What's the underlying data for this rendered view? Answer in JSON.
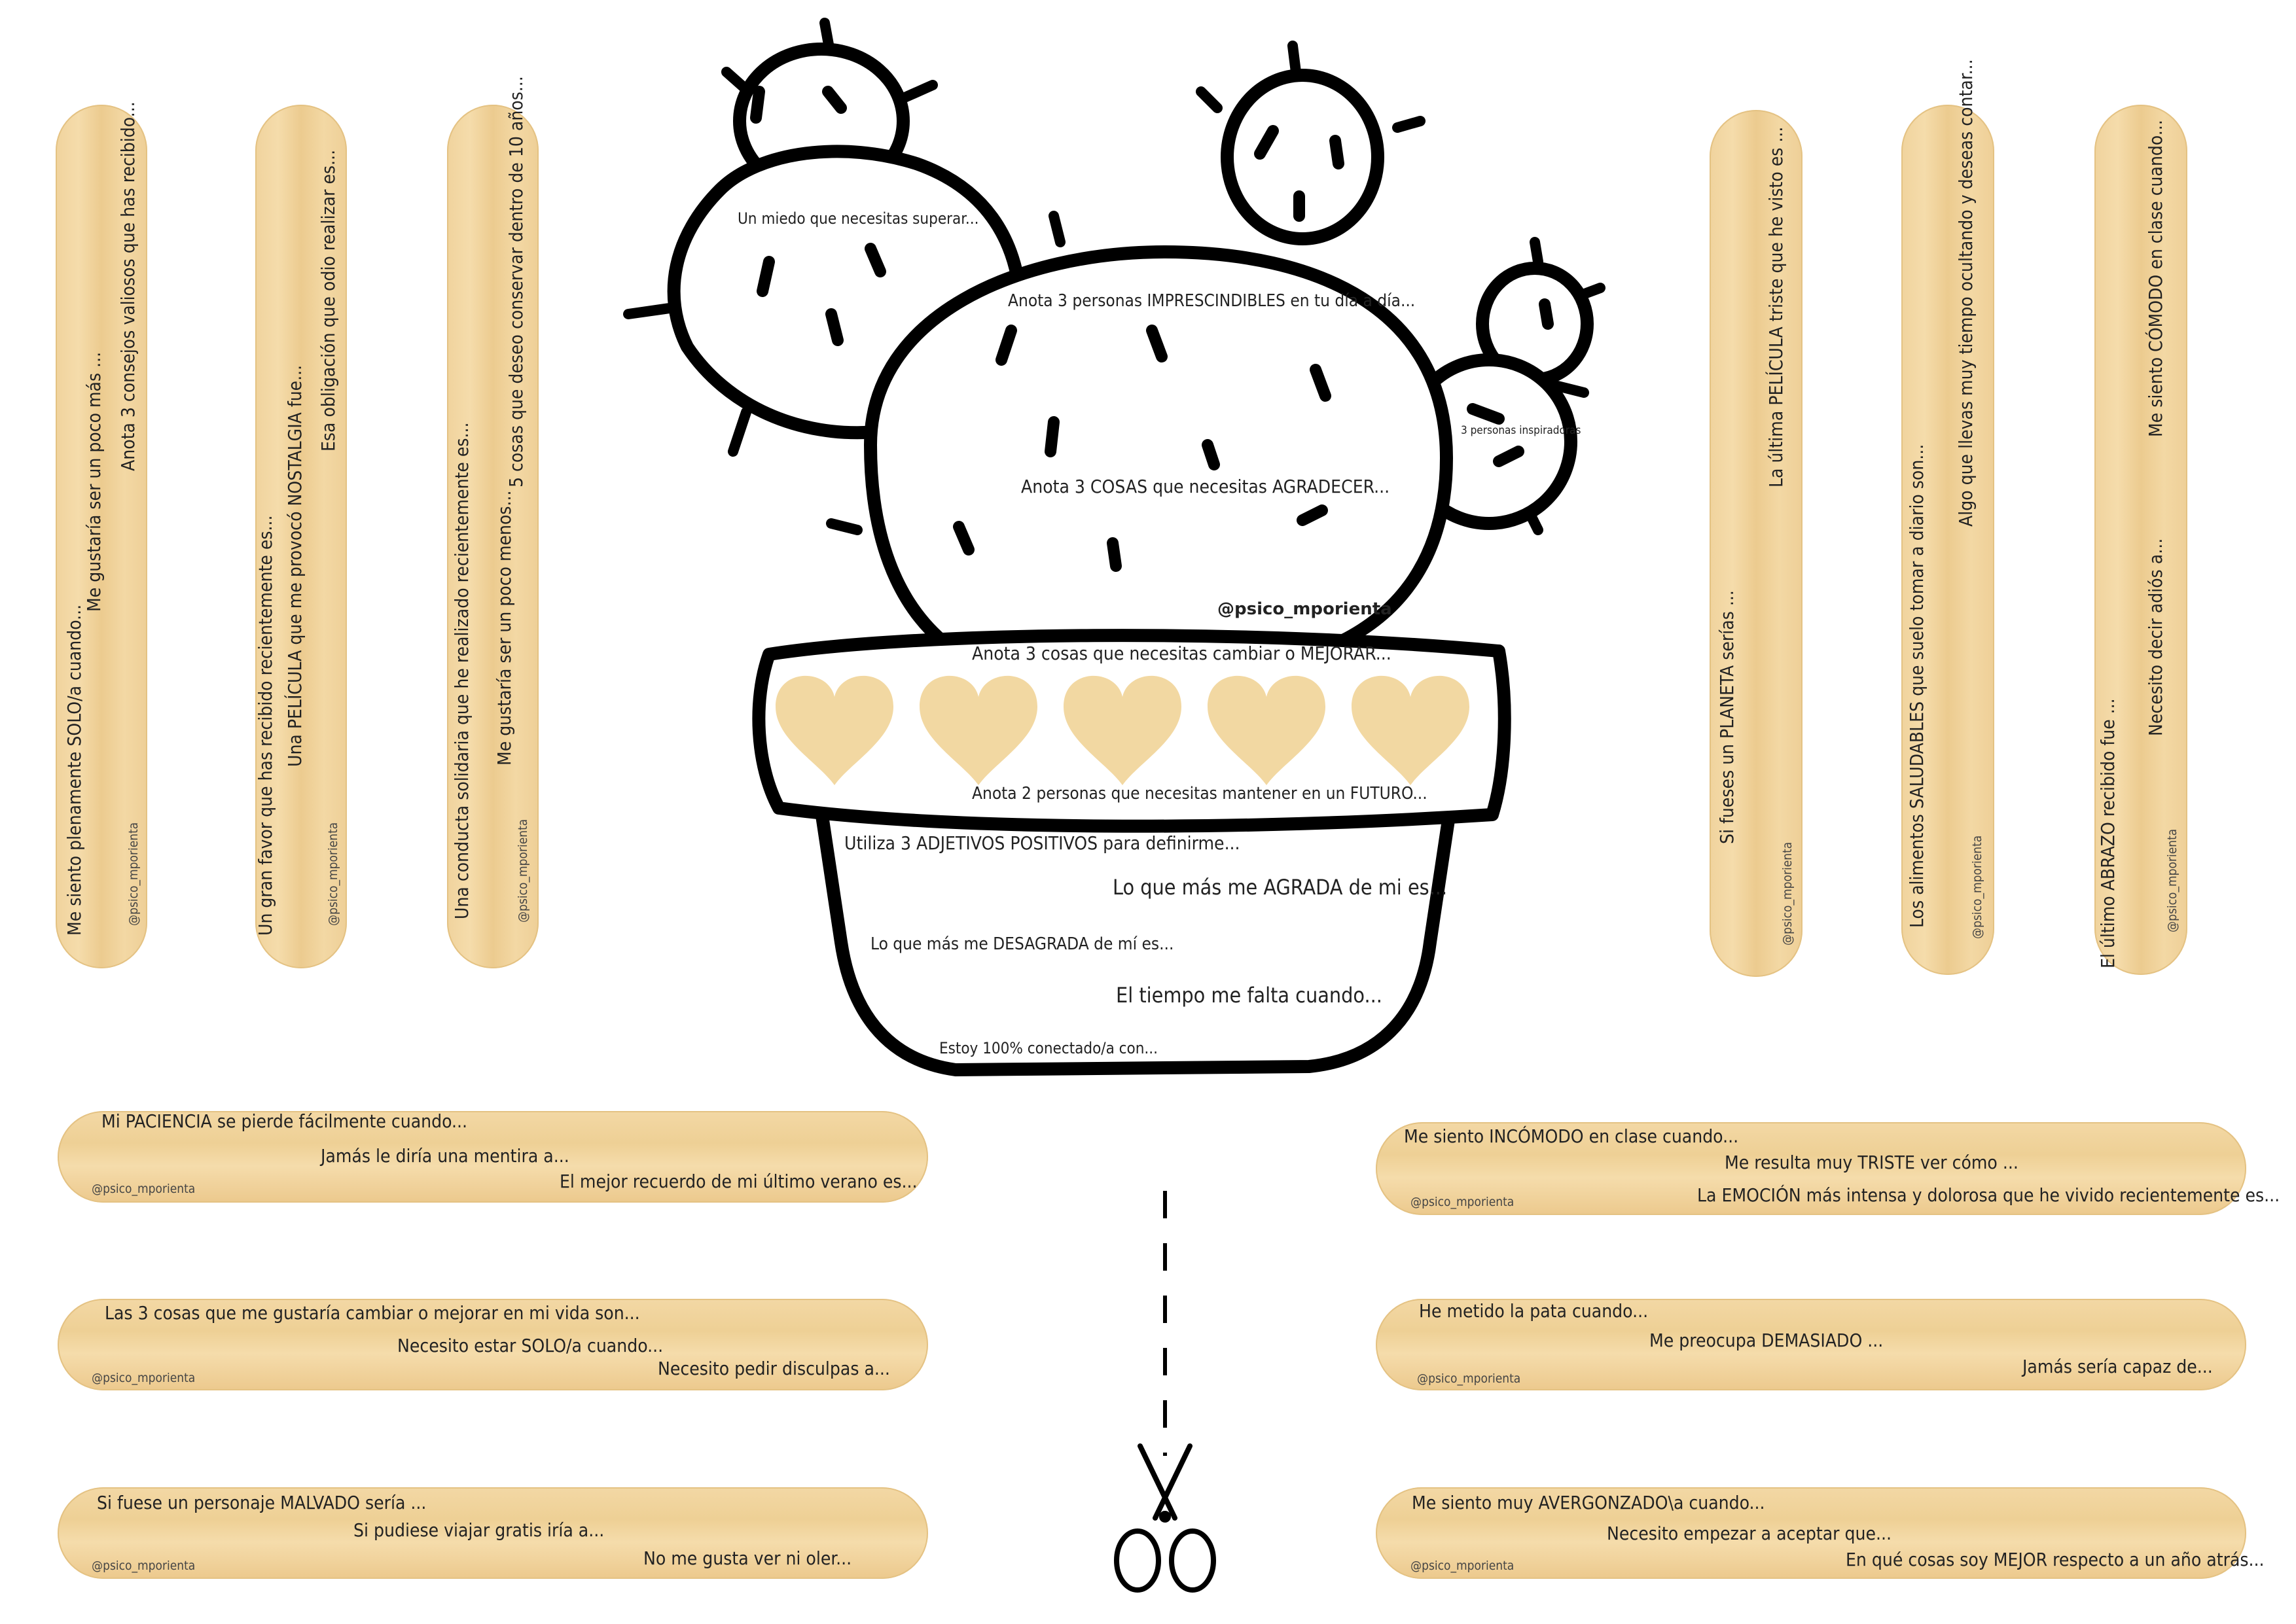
{
  "handle": "@psico_mporienta",
  "colors": {
    "stick": "#f0d39d",
    "heart": "#f2d8a2",
    "outline": "#000000"
  },
  "icons": {
    "cut_guide": "scissors-icon"
  },
  "cactus": {
    "handle": "@psico_mporienta",
    "top_left": "Un miedo que necesitas superar...",
    "main_top": "Anota 3 personas IMPRESCINDIBLES en tu día a día...",
    "small_right": "3 personas inspiradoras",
    "main_mid": "Anota 3 COSAS que necesitas AGRADECER...",
    "rim_top": "Anota 3 cosas que necesitas cambiar o MEJORAR...",
    "rim_bottom": "Anota 2 personas que necesitas mantener en un FUTURO...",
    "pot": [
      "Utiliza 3 ADJETIVOS POSITIVOS para definirme...",
      "Lo que más me AGRADA de mi es...",
      "Lo que más me DESAGRADA de mí es...",
      "El tiempo me falta cuando...",
      "Estoy 100% conectado/a con..."
    ]
  },
  "vertical_sticks": [
    {
      "lines": [
        "Me siento plenamente SOLO/a cuando...",
        "Me gustaría ser un poco más ...",
        "Anota 3 consejos valiosos que has recibido..."
      ],
      "tag": "@psico_mporienta"
    },
    {
      "lines": [
        "Un gran favor que has recibido recientemente es...",
        "Una PELÍCULA que me provocó NOSTALGIA fue...",
        "Esa obligación que odio realizar es..."
      ],
      "tag": "@psico_mporienta"
    },
    {
      "lines": [
        "Una conducta solidaria que he realizado recientemente es...",
        "Me gustaría ser un poco menos...",
        "5 cosas que deseo conservar dentro de 10 años..."
      ],
      "tag": "@psico_mporienta"
    },
    {
      "lines": [
        "Si fueses un PLANETA serías ...",
        "La última PELÍCULA triste que he visto es ..."
      ],
      "tag": "@psico_mporienta"
    },
    {
      "lines": [
        "Los alimentos SALUDABLES que suelo tomar a diario son...",
        "Algo que llevas muy tiempo ocultando y deseas contar..."
      ],
      "tag": "@psico_mporienta"
    },
    {
      "lines": [
        "El último ABRAZO recibido fue ...",
        "Necesito decir adiós a...",
        "Me siento CÓMODO en clase cuando..."
      ],
      "tag": "@psico_mporienta"
    }
  ],
  "horizontal_sticks_left": [
    {
      "lines": [
        "Mi PACIENCIA se pierde fácilmente cuando...",
        "Jamás le diría una mentira a...",
        "El mejor recuerdo de mi último verano es..."
      ],
      "tag": "@psico_mporienta"
    },
    {
      "lines": [
        "Las 3 cosas que me gustaría cambiar o mejorar en mi vida son...",
        "Necesito estar SOLO/a cuando...",
        "Necesito pedir disculpas a..."
      ],
      "tag": "@psico_mporienta"
    },
    {
      "lines": [
        "Si fuese un personaje MALVADO sería ...",
        "Si pudiese viajar gratis iría a...",
        "No me gusta ver ni oler..."
      ],
      "tag": "@psico_mporienta"
    }
  ],
  "horizontal_sticks_right": [
    {
      "lines": [
        "Me siento INCÓMODO en clase cuando...",
        "Me resulta muy TRISTE ver cómo ...",
        "La EMOCIÓN más intensa y dolorosa que he vivido recientemente es..."
      ],
      "tag": "@psico_mporienta"
    },
    {
      "lines": [
        "He metido la pata cuando...",
        "Me preocupa DEMASIADO ...",
        "Jamás sería capaz de..."
      ],
      "tag": "@psico_mporienta"
    },
    {
      "lines": [
        "Me siento muy AVERGONZADO\\a cuando...",
        "Necesito empezar a aceptar que...",
        "En qué cosas soy MEJOR respecto a un año atrás..."
      ],
      "tag": "@psico_mporienta"
    }
  ]
}
